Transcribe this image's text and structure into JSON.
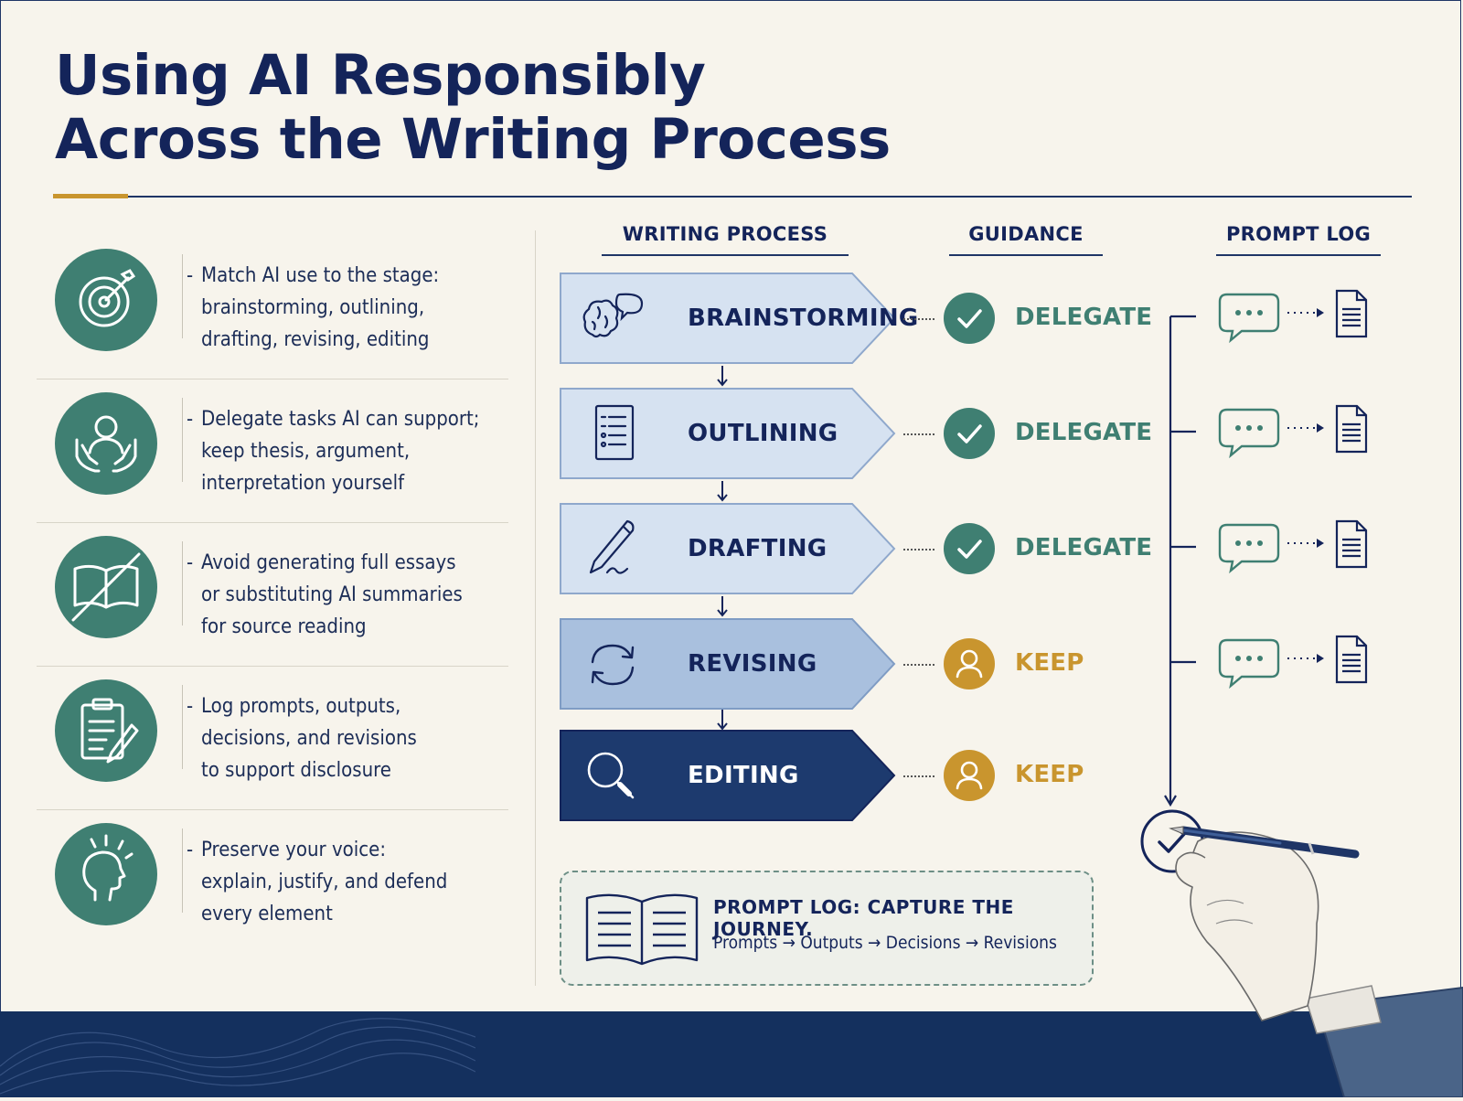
{
  "title": {
    "line1": "Using AI Responsibly",
    "line2": "Across the Writing Process"
  },
  "principles": [
    {
      "icon": "target-icon",
      "dash": "-",
      "lines": [
        "Match AI use to the stage:",
        "brainstorming, outlining,",
        "drafting, revising, editing"
      ]
    },
    {
      "icon": "person-hands-icon",
      "dash": "-",
      "lines": [
        "Delegate tasks AI can support;",
        "keep thesis, argument,",
        "interpretation yourself"
      ]
    },
    {
      "icon": "no-book-icon",
      "dash": "-",
      "lines": [
        "Avoid generating full essays",
        "or substituting AI summaries",
        "for source reading"
      ]
    },
    {
      "icon": "clipboard-pencil-icon",
      "dash": "-",
      "lines": [
        "Log prompts, outputs,",
        "decisions, and revisions",
        "to support disclosure"
      ]
    },
    {
      "icon": "head-voice-icon",
      "dash": "-",
      "lines": [
        "Preserve your voice:",
        "explain, justify, and defend",
        "every element"
      ]
    }
  ],
  "columns": {
    "process": "WRITING PROCESS",
    "guidance": "GUIDANCE",
    "log": "PROMPT LOG"
  },
  "stages": [
    {
      "label": "BRAINSTORMING",
      "icon": "brain-speech-icon",
      "guidance": "DELEGATE",
      "guidance_icon": "check-icon",
      "guidance_color": "#3f7f72"
    },
    {
      "label": "OUTLINING",
      "icon": "outline-list-icon",
      "guidance": "DELEGATE",
      "guidance_icon": "check-icon",
      "guidance_color": "#3f7f72"
    },
    {
      "label": "DRAFTING",
      "icon": "pen-icon",
      "guidance": "DELEGATE",
      "guidance_icon": "check-icon",
      "guidance_color": "#3f7f72"
    },
    {
      "label": "REVISING",
      "icon": "refresh-icon",
      "guidance": "KEEP",
      "guidance_icon": "person-icon",
      "guidance_color": "#c9952e"
    },
    {
      "label": "EDITING",
      "icon": "magnifier-icon",
      "guidance": "KEEP",
      "guidance_icon": "person-icon",
      "guidance_color": "#c9952e"
    }
  ],
  "callout": {
    "title": "PROMPT LOG:  CAPTURE THE JOURNEY.",
    "flow": "Prompts → Outputs → Decisions → Revisions"
  },
  "colors": {
    "navy": "#14245a",
    "teal": "#3f7f72",
    "gold": "#c9952e",
    "light_blue": "#d6e2f1",
    "mid_blue": "#a9c0de",
    "dark_blue": "#1d3a6e"
  }
}
